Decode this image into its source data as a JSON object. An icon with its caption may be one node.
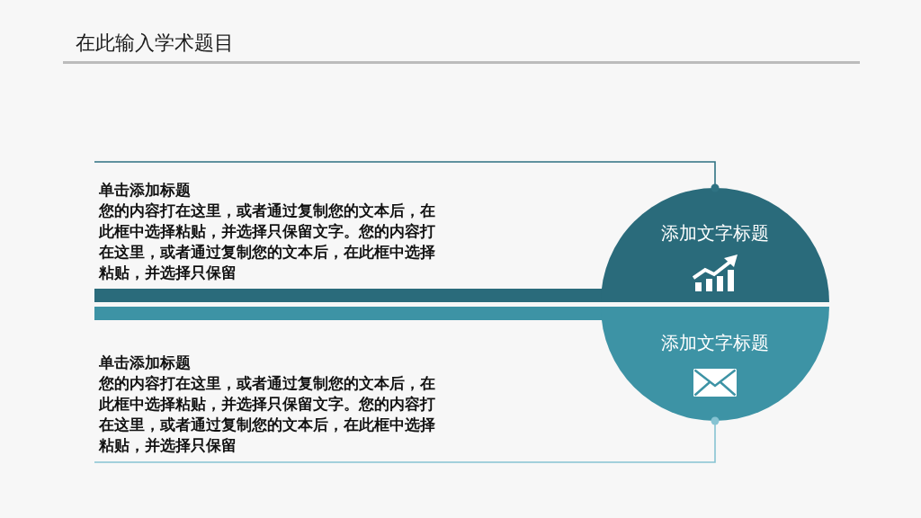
{
  "diagram": {
    "title": "在此输入学术题目",
    "nodes": [
      {
        "text": [
          "单击添加标题",
          "您的内容打在这里，或者通过复制您的文本后，在此框中选择粘贴，并选择只保留文字。您的内容打在这里，或者通过复制您的文本后，在此框中选择粘贴，并选择只保留"
        ]
      },
      {
        "text": [],
        "shape": "bar"
      },
      {
        "text": [
          "添加文字标题"
        ]
      },
      {
        "text": [
          "添加文字标题"
        ]
      },
      {
        "text": [],
        "shape": "bar"
      },
      {
        "text": [
          "单击添加标题",
          "您的内容打在这里，或者通过复制您的文本后，在此框中选择粘贴，并选择只保留文字。您的内容打在这里，或者通过复制您的文本后，在此框中选择粘贴，并选择只保留"
        ]
      }
    ],
    "edges": [
      {
        "from": 2,
        "to": 0,
        "arrow": "other",
        "color": "#2f7282"
      },
      {
        "from": 3,
        "to": 5,
        "arrow": "other",
        "color": "#86c3d2"
      }
    ]
  }
}
